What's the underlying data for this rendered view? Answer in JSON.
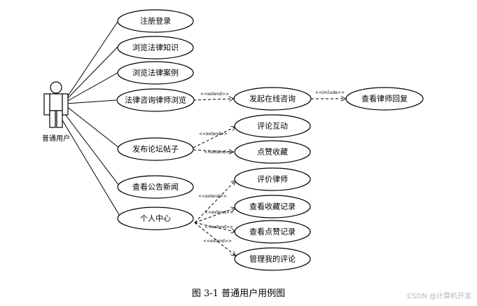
{
  "actor": {
    "label": "普通用户"
  },
  "use_cases": {
    "register": "注册登录",
    "browse_knowledge": "浏览法律知识",
    "browse_cases": "浏览法律案例",
    "consult_lawyers": "法律咨询律师浏览",
    "post_forum": "发布论坛帖子",
    "view_news": "查看公告新闻",
    "personal_center": "个人中心",
    "start_consult": "发起在线咨询",
    "view_reply": "查看律师回复",
    "comment_interact": "评论互动",
    "like_favorite": "点赞收藏",
    "rate_lawyer": "评价律师",
    "view_favorites": "查看收藏记录",
    "view_likes": "查看点赞记录",
    "manage_comments": "管理我的评论"
  },
  "stereotypes": {
    "extend": "<<extend>>",
    "include": "<<include>>"
  },
  "caption": "图 3-1  普通用户用例图",
  "watermark": "CSDN @计算机开发"
}
